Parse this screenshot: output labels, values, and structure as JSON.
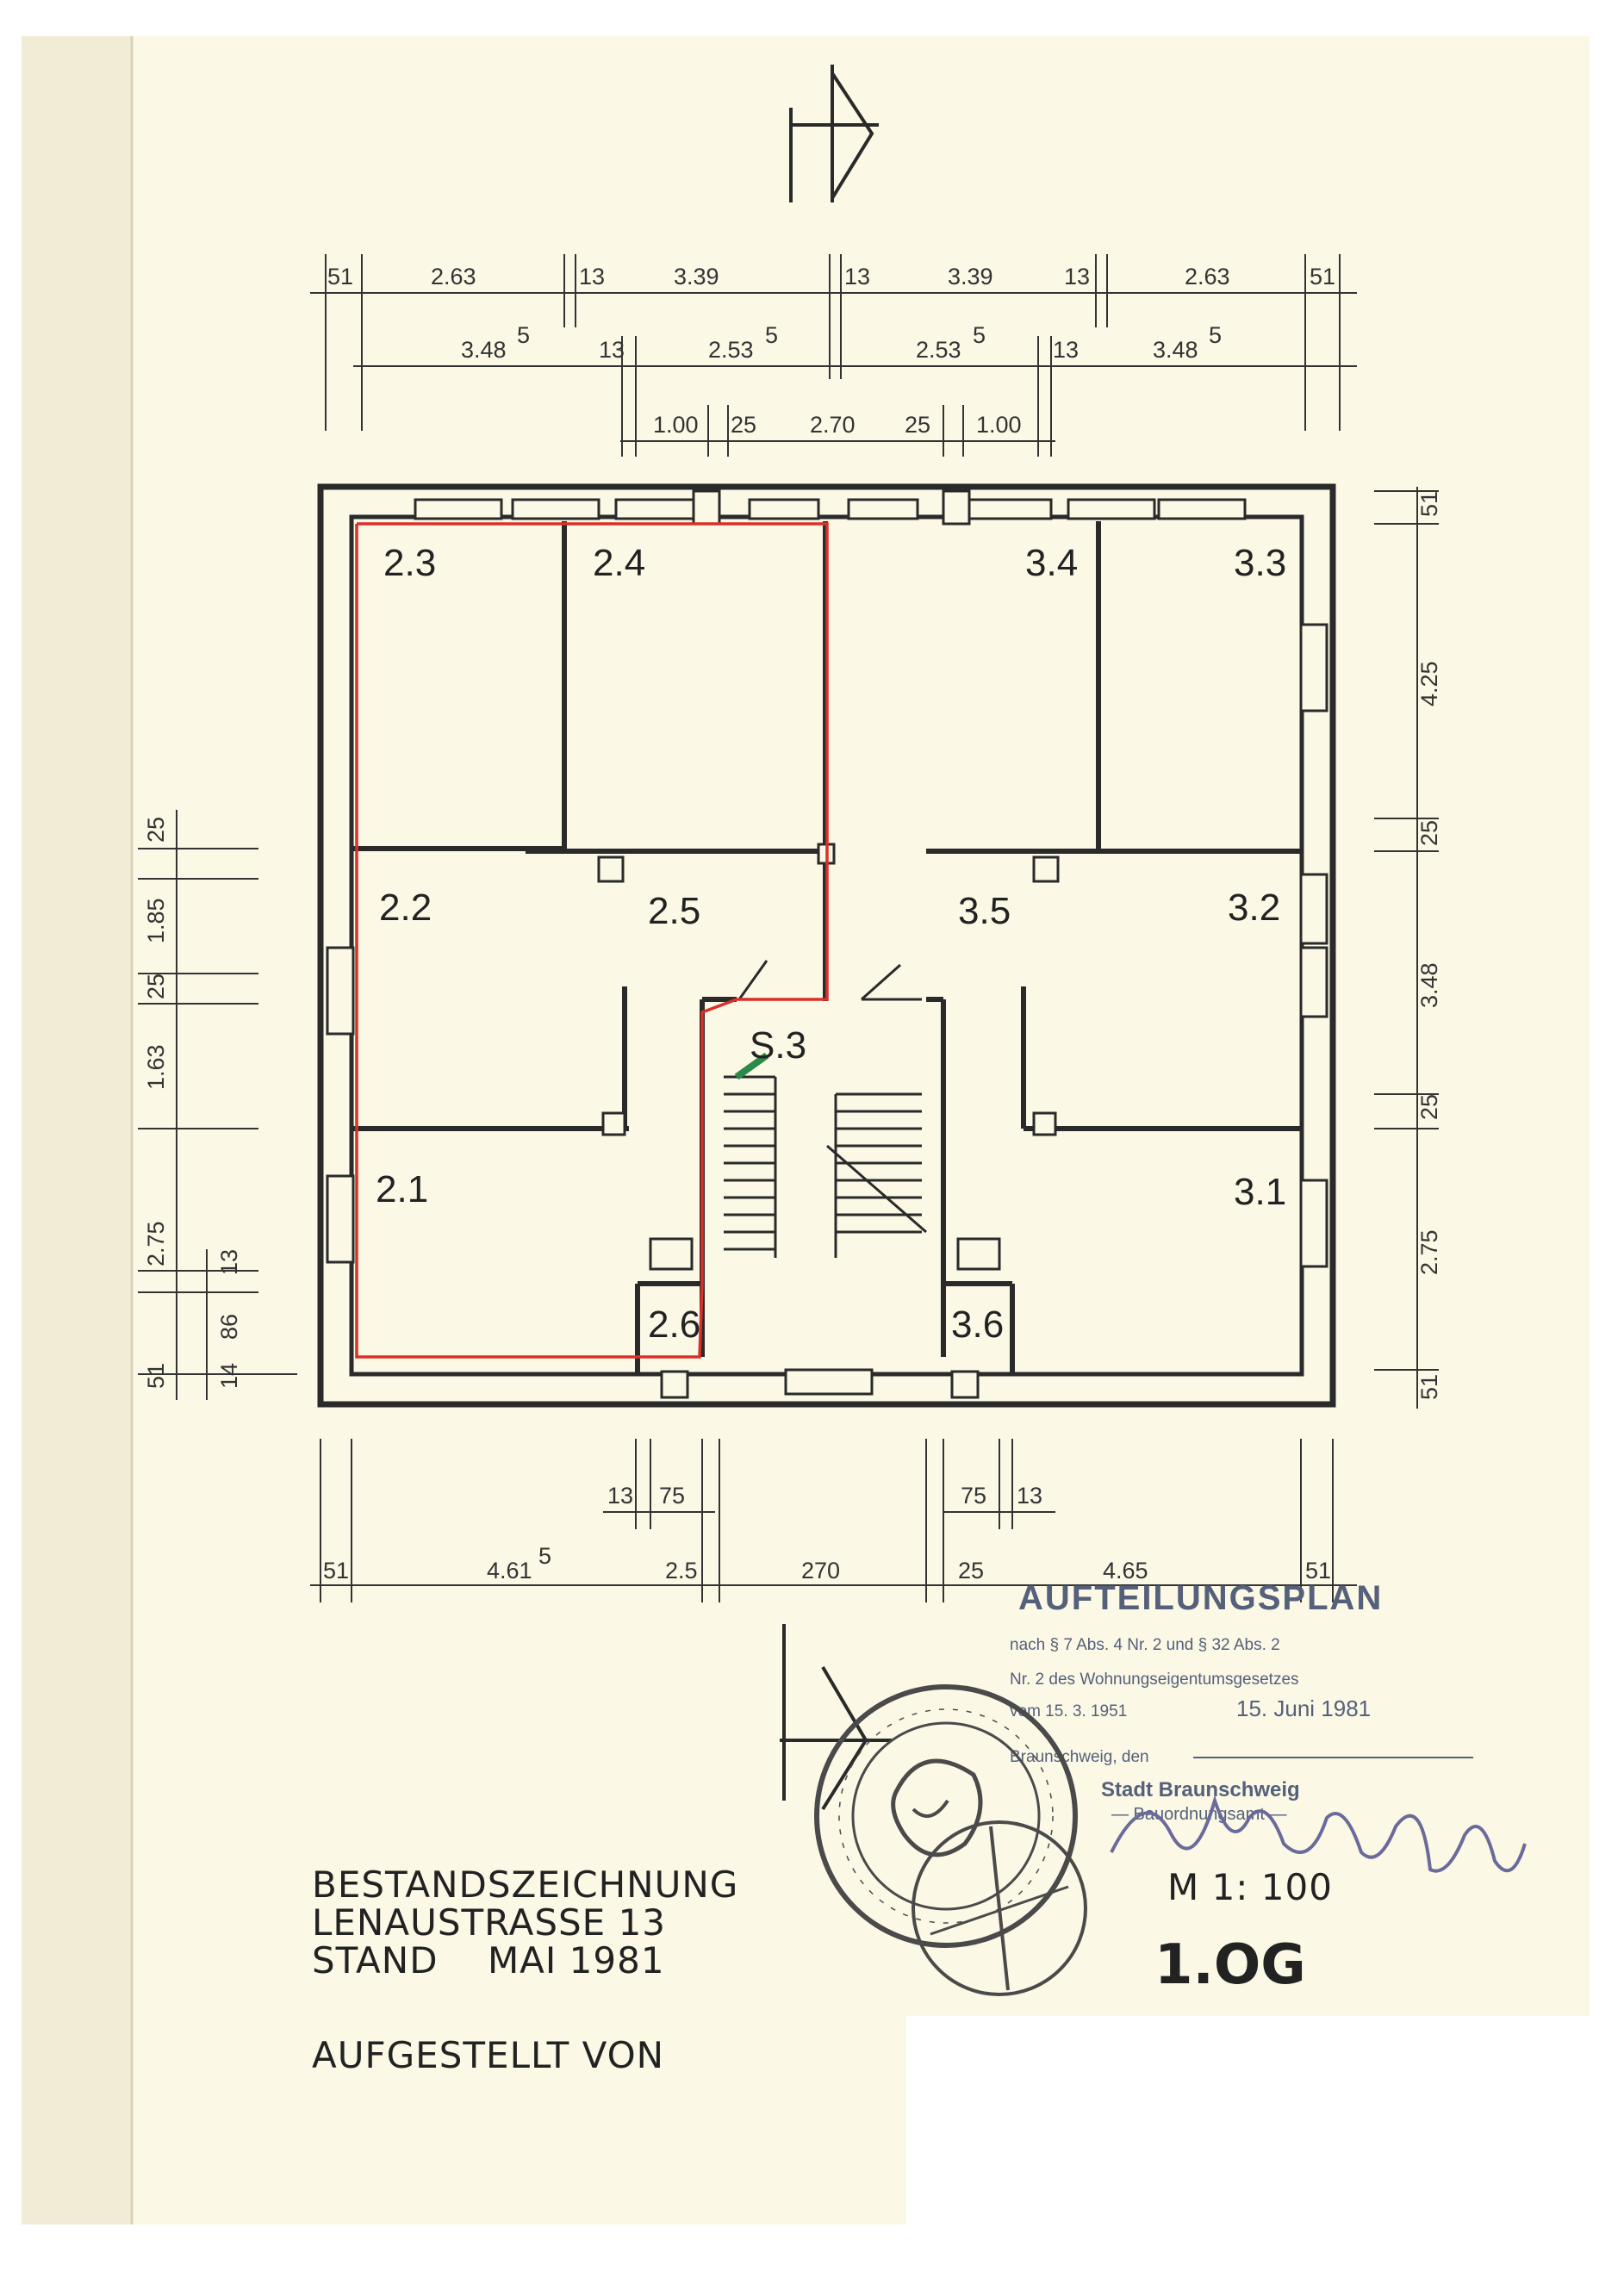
{
  "plan": {
    "rooms": [
      {
        "id": "2.3",
        "label": "2.3"
      },
      {
        "id": "2.4",
        "label": "2.4"
      },
      {
        "id": "3.4",
        "label": "3.4"
      },
      {
        "id": "3.3",
        "label": "3.3"
      },
      {
        "id": "2.2",
        "label": "2.2"
      },
      {
        "id": "2.5",
        "label": "2.5"
      },
      {
        "id": "3.5",
        "label": "3.5"
      },
      {
        "id": "3.2",
        "label": "3.2"
      },
      {
        "id": "S.3",
        "label": "S.3"
      },
      {
        "id": "2.1",
        "label": "2.1"
      },
      {
        "id": "3.1",
        "label": "3.1"
      },
      {
        "id": "2.6",
        "label": "2.6"
      },
      {
        "id": "3.6",
        "label": "3.6"
      }
    ],
    "top_dimensions": {
      "row1": [
        "51",
        "2.63",
        "13",
        "3.39",
        "13",
        "3.39",
        "13",
        "2.63",
        "51"
      ],
      "row2": [
        "3.48",
        "5",
        "13",
        "2.53",
        "5",
        "2.53",
        "5",
        "13",
        "3.48",
        "5"
      ],
      "row3": [
        "1.00",
        "25",
        "2.70",
        "25",
        "1.00"
      ]
    },
    "right_dimensions": [
      "51",
      "4.25",
      "25",
      "3.48",
      "25",
      "2.75",
      "51"
    ],
    "left_dimensions": [
      "25",
      "1.85",
      "25",
      "1.63",
      "2.75",
      "13",
      "86",
      "14",
      "51"
    ],
    "bottom_dimensions": {
      "row1": [
        "13",
        "75",
        "75",
        "13"
      ],
      "row2": [
        "51",
        "4.61",
        "5",
        "2.5",
        "270",
        "25",
        "4.65",
        "51"
      ]
    }
  },
  "title_block": {
    "line1": "BESTANDSZEICHNUNG",
    "line2": "LENAUSTRASSE 13",
    "line3": "STAND    MAI 1981",
    "line4": "AUFGESTELLT VON",
    "scale": "M 1: 100",
    "floor": "1.OG"
  },
  "stamp": {
    "heading": "AUFTEILUNGSPLAN",
    "line1": "nach § 7 Abs. 4 Nr. 2 und § 32 Abs. 2",
    "line2": "Nr. 2 des Wohnungseigentumsgesetzes",
    "line3": "vom 15. 3. 1951",
    "date": "15. Juni 1981",
    "line4": "Braunschweig, den",
    "line5": "Stadt Braunschweig",
    "line6": "— Bauordnungsamt —"
  },
  "colors": {
    "paper": "#fbf8e6",
    "ink": "#2a2a2a",
    "apartment_outline": "#d9302a",
    "stamp_ink": "#55607a",
    "seal_ink": "#4a4a4a"
  }
}
